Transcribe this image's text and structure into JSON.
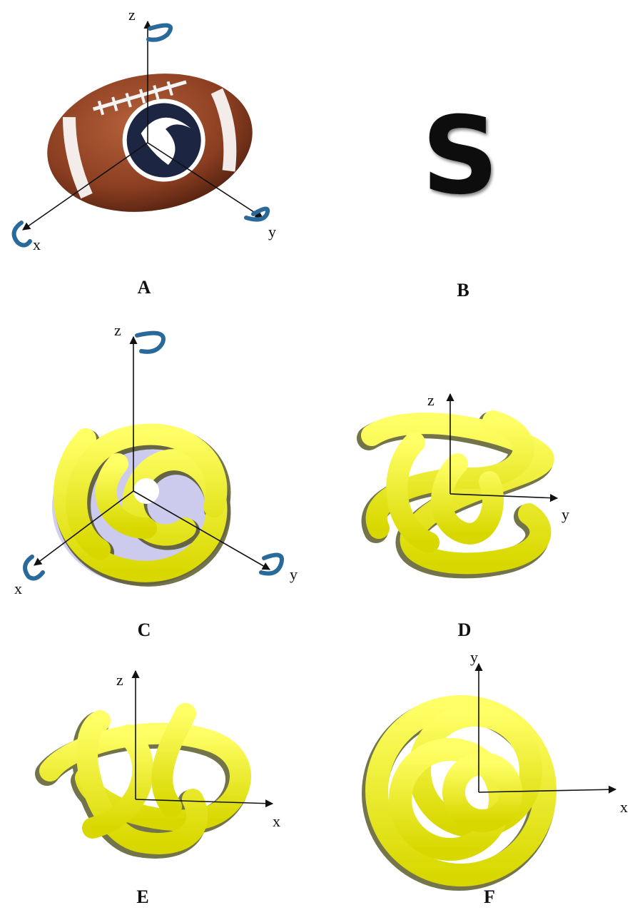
{
  "panels": {
    "A": {
      "letter": "A",
      "axes": {
        "z": "z",
        "x": "x",
        "y": "y"
      }
    },
    "B": {
      "letter": "B",
      "glyph": "S"
    },
    "C": {
      "letter": "C",
      "axes": {
        "z": "z",
        "x": "x",
        "y": "y"
      }
    },
    "D": {
      "letter": "D",
      "axes": {
        "z": "z",
        "y": "y"
      }
    },
    "E": {
      "letter": "E",
      "axes": {
        "z": "z",
        "x": "x"
      }
    },
    "F": {
      "letter": "F",
      "axes": {
        "y": "y",
        "x": "x"
      }
    }
  },
  "colors": {
    "knot": "#ffff00",
    "knot_shadow": "#3a3a00",
    "football": "#8b3e21",
    "football_logo": "#1c2541",
    "rotation_arrow": "#2a6a9a",
    "translucent_shell": "#9a95d8"
  },
  "icons": [
    "rotation-arrow-icon",
    "football-image",
    "trefoil-knot-image"
  ]
}
